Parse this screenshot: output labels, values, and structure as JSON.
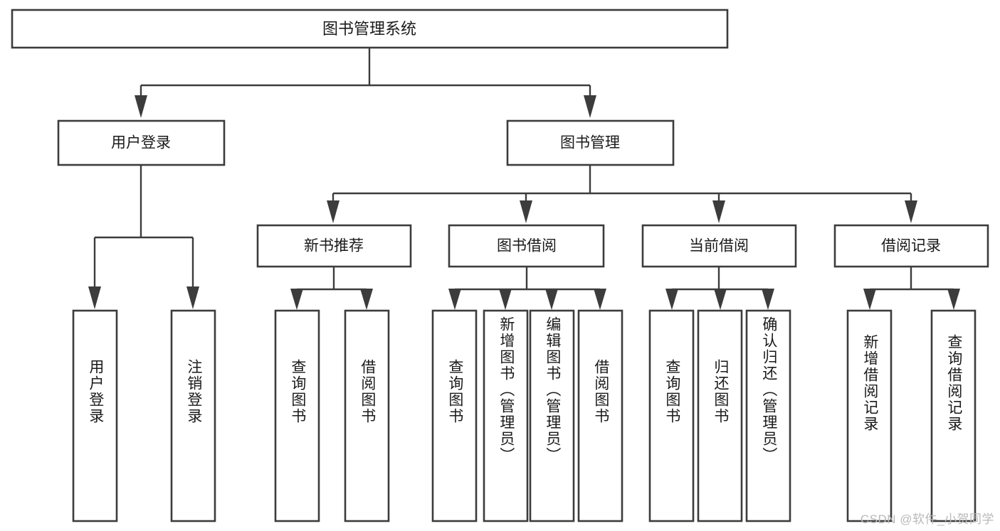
{
  "diagram": {
    "type": "hierarchy-tree",
    "title": "图书管理系统",
    "watermark": "CSDN @软件_小贺同学",
    "colors": {
      "stroke": "#3c3c3c",
      "fill": "#ffffff",
      "text": "#1a1a1a",
      "watermark": "#b9b9b9"
    },
    "levels": {
      "root": {
        "label": "图书管理系统"
      },
      "level2": [
        {
          "label": "用户登录"
        },
        {
          "label": "图书管理"
        }
      ],
      "level3": [
        {
          "label": "新书推荐"
        },
        {
          "label": "图书借阅"
        },
        {
          "label": "当前借阅"
        },
        {
          "label": "借阅记录"
        }
      ],
      "leaves": {
        "user_login": [
          {
            "label": "用户登录"
          },
          {
            "label": "注销登录"
          }
        ],
        "new_book_recommend": [
          {
            "label": "查询图书"
          },
          {
            "label": "借阅图书"
          }
        ],
        "book_borrow": [
          {
            "label": "查询图书"
          },
          {
            "label": "新增图书（管理员）"
          },
          {
            "label": "编辑图书（管理员）"
          },
          {
            "label": "借阅图书"
          }
        ],
        "current_borrow": [
          {
            "label": "查询图书"
          },
          {
            "label": "归还图书"
          },
          {
            "label": "确认归还（管理员）"
          }
        ],
        "borrow_record": [
          {
            "label": "新增借阅记录"
          },
          {
            "label": "查询借阅记录"
          }
        ]
      }
    }
  }
}
